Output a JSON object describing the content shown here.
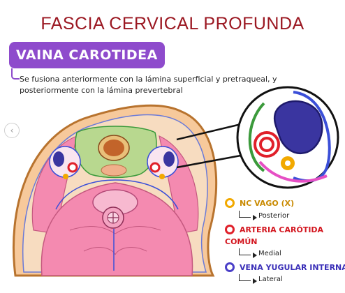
{
  "title": "FASCIA CERVICAL PROFUNDA",
  "badge": "VAINA CAROTIDEA",
  "description": "Se fusiona anteriormente con la lámina superficial y pretraqueal, y posteriormente con la lámina prevertebral",
  "legend": [
    {
      "label": "NC VAGO (X)",
      "sub": "Posterior",
      "color": "#f2a900",
      "label_color": "#c98a00"
    },
    {
      "label": "ARTERIA CARÓTIDA",
      "label2": "COMÚN",
      "sub": "Medial",
      "color": "#e0202a",
      "label_color": "#d3161f"
    },
    {
      "label": "VENA YUGULAR INTERNA",
      "sub": "Lateral",
      "color": "#4a3fc8",
      "label_color": "#3a2fb8"
    }
  ],
  "colors": {
    "title": "#9b1822",
    "badge": "#8e4bcc",
    "skin": "#f7c99b",
    "muscle": "#f48ab0",
    "thyroid": "#b8d88f",
    "trachea": "#c2642a",
    "vein": "#3a35a0",
    "artery": "#e0202a",
    "nerve": "#f2a900",
    "sheath_green": "#3b9a3b",
    "sheath_blue": "#3b4fd8",
    "sheath_pink": "#e64fc4"
  },
  "nav": {
    "prev_icon": "chevron-left-icon"
  }
}
